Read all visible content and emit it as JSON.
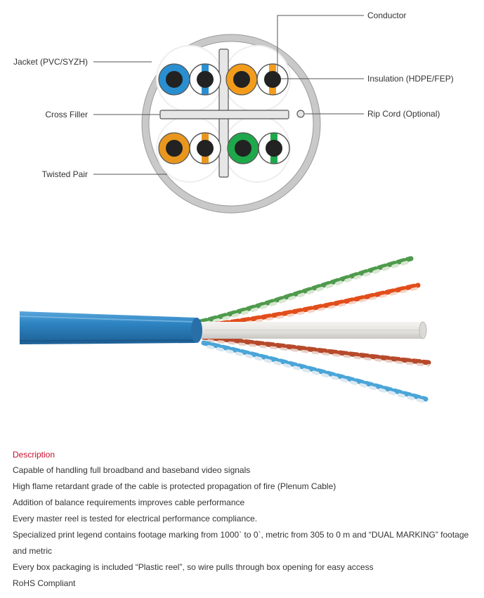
{
  "diagram": {
    "labels": {
      "conductor": "Conductor",
      "insulation": "Insulation (HDPE/FEP)",
      "rip_cord": "Rip Cord (Optional)",
      "jacket": "Jacket (PVC/SYZH)",
      "cross_filler": "Cross Filler",
      "twisted_pair": "Twisted Pair"
    },
    "pair_colors": {
      "blue": "#2a8fd0",
      "orange": "#f39c1c",
      "brown": "#e8961e",
      "green": "#1ea84b"
    },
    "jacket_color": "#c9c9c9",
    "filler_color": "#e6e6e6",
    "outline_color": "#555555"
  },
  "photo": {
    "jacket_color": "#2e85c3",
    "filler_color": "#e8e6e2"
  },
  "description": {
    "heading": "Description",
    "items": [
      "Capable of handling full broadband and baseband video signals",
      "High flame retardant grade of the cable is protected propagation of fire (Plenum Cable)",
      "Addition of balance requirements improves cable performance",
      "Every master reel is tested for electrical performance compliance.",
      "Specialized print legend contains footage marking from 1000` to 0`, metric from 305 to 0 m and “DUAL MARKING” footage and metric",
      "Every box packaging is included “Plastic reel”, so wire pulls through box opening for easy access",
      "RoHS Compliant"
    ]
  }
}
